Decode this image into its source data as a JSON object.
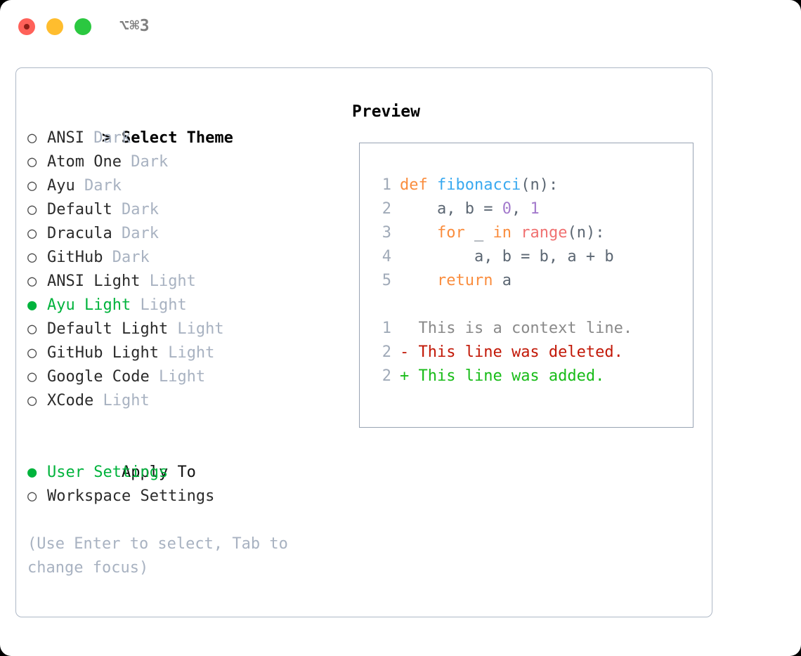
{
  "titlebar": {
    "shortcut": "⌥⌘3",
    "buttons": [
      {
        "name": "close",
        "color": "#ff6159"
      },
      {
        "name": "minimize",
        "color": "#ffbd2e"
      },
      {
        "name": "maximize",
        "color": "#2bc840"
      }
    ]
  },
  "theme_list": {
    "header": "Select Theme",
    "caret": ">",
    "bullet_unselected": "○",
    "bullet_selected": "●",
    "items": [
      {
        "label": "ANSI",
        "tag": "Dark",
        "selected": false
      },
      {
        "label": "Atom One",
        "tag": "Dark",
        "selected": false
      },
      {
        "label": "Ayu",
        "tag": "Dark",
        "selected": false
      },
      {
        "label": "Default",
        "tag": "Dark",
        "selected": false
      },
      {
        "label": "Dracula",
        "tag": "Dark",
        "selected": false
      },
      {
        "label": "GitHub",
        "tag": "Dark",
        "selected": false
      },
      {
        "label": "ANSI Light",
        "tag": "Light",
        "selected": false
      },
      {
        "label": "Ayu Light",
        "tag": "Light",
        "selected": true
      },
      {
        "label": "Default Light",
        "tag": "Light",
        "selected": false
      },
      {
        "label": "GitHub Light",
        "tag": "Light",
        "selected": false
      },
      {
        "label": "Google Code",
        "tag": "Light",
        "selected": false
      },
      {
        "label": "XCode",
        "tag": "Light",
        "selected": false
      }
    ]
  },
  "apply_to": {
    "header": "Apply To",
    "items": [
      {
        "label": "User Settings",
        "selected": true
      },
      {
        "label": "Workspace Settings",
        "selected": false
      }
    ]
  },
  "help": {
    "line1": "(Use Enter to select, Tab to",
    "line2": "change focus)"
  },
  "preview": {
    "title": "Preview",
    "code_lines": [
      {
        "number": "1",
        "tokens": [
          {
            "text": "def ",
            "type": "kw"
          },
          {
            "text": "fibonacci",
            "type": "fn"
          },
          {
            "text": "(n):",
            "type": "punc"
          }
        ]
      },
      {
        "number": "2",
        "tokens": [
          {
            "text": "    a, b = ",
            "type": "plain"
          },
          {
            "text": "0",
            "type": "num"
          },
          {
            "text": ", ",
            "type": "plain"
          },
          {
            "text": "1",
            "type": "num"
          }
        ]
      },
      {
        "number": "3",
        "tokens": [
          {
            "text": "    ",
            "type": "plain"
          },
          {
            "text": "for",
            "type": "kw"
          },
          {
            "text": " _ ",
            "type": "plain"
          },
          {
            "text": "in",
            "type": "kw"
          },
          {
            "text": " ",
            "type": "plain"
          },
          {
            "text": "range",
            "type": "bi"
          },
          {
            "text": "(n):",
            "type": "punc"
          }
        ]
      },
      {
        "number": "4",
        "tokens": [
          {
            "text": "        a, b = b, a + b",
            "type": "plain"
          }
        ]
      },
      {
        "number": "5",
        "tokens": [
          {
            "text": "    ",
            "type": "plain"
          },
          {
            "text": "return",
            "type": "kw"
          },
          {
            "text": " a",
            "type": "plain"
          }
        ]
      }
    ],
    "diff_lines": [
      {
        "number": "1",
        "marker": " ",
        "text": " This is a context line.",
        "type": "ctx"
      },
      {
        "number": "2",
        "marker": "-",
        "text": " This line was deleted.",
        "type": "del"
      },
      {
        "number": "2",
        "marker": "+",
        "text": " This line was added.",
        "type": "add"
      }
    ]
  },
  "colors": {
    "selected_green": "#00b33c",
    "tag_gray": "#a8b2c1",
    "keyword_orange": "#fa8d3e",
    "function_blue": "#39a9f0",
    "number_purple": "#a37acc",
    "builtin_salmon": "#f07171",
    "diff_delete_red": "#c21807",
    "diff_add_green": "#18bc18",
    "panel_border": "#aeb8c6"
  }
}
